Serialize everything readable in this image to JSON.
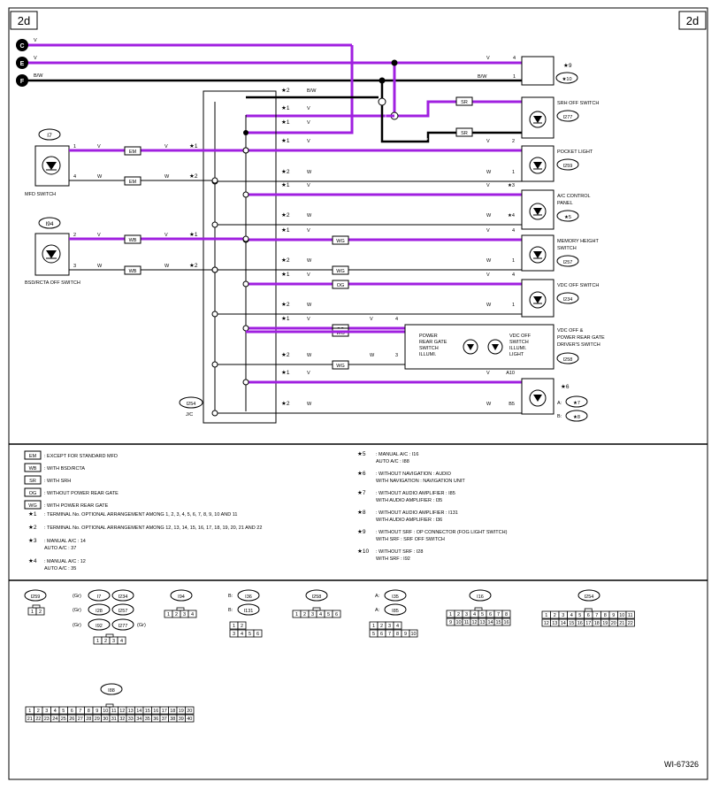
{
  "page_tag": "2d",
  "figure_id": "WI-67326",
  "bus": [
    {
      "id": "C",
      "color": "V"
    },
    {
      "id": "E",
      "color": "V"
    },
    {
      "id": "F",
      "color": "B/W"
    }
  ],
  "conn_i9": {
    "w1": "V",
    "p1": "4",
    "w2": "B/W",
    "p2": "1",
    "tag1": "★9",
    "tag2": "★10"
  },
  "codes": {
    "sr": "SR",
    "em": "EM",
    "wb": "WB",
    "og": "OG",
    "wg": "WG"
  },
  "jc": {
    "id": "I254",
    "label": "J/C"
  },
  "left": [
    {
      "id": "I7",
      "name": "MFD SWITCH",
      "pins": [
        {
          "pin": "1",
          "color": "V",
          "code": "EM",
          "color2": "V",
          "star": "★1"
        },
        {
          "pin": "4",
          "color": "W",
          "code": "EM",
          "color2": "W",
          "star": "★2"
        }
      ]
    },
    {
      "id": "I94",
      "name": "BSD/RCTA OFF SWITCH",
      "pins": [
        {
          "pin": "2",
          "color": "V",
          "code": "WB",
          "color2": "V",
          "star": "★1"
        },
        {
          "pin": "3",
          "color": "W",
          "code": "WB",
          "color2": "W",
          "star": "★2"
        }
      ]
    }
  ],
  "rows": [
    {
      "star": "★2",
      "color": "B/W",
      "right_color": "V",
      "pin": "4"
    },
    {
      "star": "★1",
      "color": "V",
      "right_color": "B/W",
      "pin": "1"
    },
    {
      "star": "★1",
      "color": "V",
      "right_color": "",
      "pin": ""
    },
    {
      "star": "★1",
      "color": "V",
      "right_color": "V",
      "pin": "2"
    },
    {
      "star": "★2",
      "color": "W",
      "right_color": "W",
      "pin": "1"
    },
    {
      "star": "★1",
      "color": "V",
      "right_color": "V",
      "pin": "★3"
    },
    {
      "star": "★2",
      "color": "W",
      "right_color": "W",
      "pin": "★4"
    },
    {
      "star": "★1",
      "color": "V",
      "code": "WG",
      "right_color": "V",
      "pin": "4"
    },
    {
      "star": "★2",
      "color": "W",
      "code": "WG",
      "right_color": "W",
      "pin": "1"
    },
    {
      "star": "★1",
      "color": "V",
      "code": "OG",
      "right_color": "V",
      "pin": "4"
    },
    {
      "star": "★2",
      "color": "W",
      "right_color": "W",
      "pin": "1"
    },
    {
      "star": "★1",
      "color": "V",
      "code": "OG",
      "right_color": "V",
      "pin": "4"
    },
    {
      "star": "★1",
      "color": "V",
      "code": "WG",
      "right_color": "V",
      "pin": "4"
    },
    {
      "star": "★2",
      "color": "W",
      "code": "WG",
      "right_color": "W",
      "pin": "3"
    },
    {
      "star": "★1",
      "color": "V",
      "right_color": "V",
      "pin": "A10"
    },
    {
      "star": "★2",
      "color": "W",
      "right_color": "W",
      "pin": "B5"
    }
  ],
  "components": [
    {
      "name": "SRH OFF SWITCH",
      "id": "I277"
    },
    {
      "name": "POCKET LIGHT",
      "id": "I259"
    },
    {
      "name": "A/C CONTROL PANEL",
      "id": "★5"
    },
    {
      "name": "MEMORY HEIGHT SWITCH",
      "id": "I257"
    },
    {
      "name": "VDC OFF SWITCH",
      "id": "I234"
    },
    {
      "name": "VDC OFF & POWER REAR GATE DRIVER'S SWITCH",
      "id": "I258"
    },
    {
      "name": "★6",
      "id": ""
    }
  ],
  "inner_switch": {
    "a": "POWER REAR GATE SWITCH ILLUMI.",
    "b": "VDC OFF SWITCH ILLUMI. LIGHT"
  },
  "star6": {
    "a": "A:",
    "a_id": "★7",
    "b": "B:",
    "b_id": "★8"
  },
  "legend": {
    "codes": [
      {
        "code": "EM",
        "text": ": EXCEPT FOR STANDARD MFD"
      },
      {
        "code": "WB",
        "text": ": WITH BSD/RCTA"
      },
      {
        "code": "SR",
        "text": ": WITH SRH"
      },
      {
        "code": "OG",
        "text": ": WITHOUT POWER REAR GATE"
      },
      {
        "code": "WG",
        "text": ": WITH POWER REAR GATE"
      }
    ],
    "stars_left": [
      {
        "star": "★1",
        "lines": [
          ": TERMINAL No. OPTIONAL ARRANGEMENT AMONG 1, 2, 3, 4, 5, 6, 7, 8, 9, 10 AND 11"
        ]
      },
      {
        "star": "★2",
        "lines": [
          ": TERMINAL No. OPTIONAL ARRANGEMENT AMONG 12, 13, 14, 15, 16, 17, 18, 19, 20, 21 AND 22"
        ]
      },
      {
        "star": "★3",
        "lines": [
          ": MANUAL A/C  : 14",
          "  AUTO A/C  : 37"
        ]
      },
      {
        "star": "★4",
        "lines": [
          ": MANUAL A/C  : 12",
          "  AUTO A/C  : 35"
        ]
      }
    ],
    "stars_right": [
      {
        "star": "★5",
        "lines": [
          ": MANUAL A/C  : I16",
          "  AUTO A/C  : I88"
        ]
      },
      {
        "star": "★6",
        "lines": [
          ": WITHOUT NAVIGATION  : AUDIO",
          "  WITH NAVIGATION  : NAVIGATION UNIT"
        ]
      },
      {
        "star": "★7",
        "lines": [
          ": WITHOUT AUDIO AMPLIFIER  : I85",
          "  WITH AUDIO AMPLIFIER  : I35"
        ]
      },
      {
        "star": "★8",
        "lines": [
          ": WITHOUT AUDIO AMPLIFIER  : I131",
          "  WITH AUDIO AMPLIFIER  : I36"
        ]
      },
      {
        "star": "★9",
        "lines": [
          ": WITHOUT SRF  : OP CONNECTOR (FOG LIGHT SWITCH)",
          "  WITH SRF  : SRF OFF SWITCH"
        ]
      },
      {
        "star": "★10",
        "lines": [
          ": WITHOUT SRF  : I28",
          "  WITH SRF  : I92"
        ]
      }
    ]
  },
  "connectors": {
    "i259": {
      "id": "I259",
      "pins": [
        "1",
        "2"
      ]
    },
    "group1": {
      "ids": [
        "I7",
        "I28",
        "I92"
      ],
      "ids2": [
        "I234",
        "I257",
        "I277"
      ],
      "prefix": [
        "(Gr)",
        "(Gr)",
        "(Gr)"
      ],
      "suffix": "(Gr)",
      "pins": [
        "1",
        "2",
        "3",
        "4"
      ]
    },
    "i94": {
      "id": "I94",
      "pins": [
        "1",
        "2",
        "3",
        "4"
      ]
    },
    "b36": {
      "ids": [
        "I36",
        "I131"
      ],
      "prefix": "B:",
      "pins": [
        "1",
        "2",
        "3",
        "4",
        "5",
        "6"
      ]
    },
    "i258": {
      "id": "I258",
      "pins": [
        "1",
        "2",
        "3",
        "4",
        "5",
        "6"
      ]
    },
    "a35": {
      "ids": [
        "I35",
        "I85"
      ],
      "prefix": "A:",
      "pins": [
        "1",
        "2",
        "3",
        "4",
        "5",
        "6",
        "7",
        "8",
        "9",
        "10"
      ]
    },
    "i16": {
      "id": "I16",
      "pins": [
        "1",
        "2",
        "3",
        "4",
        "5",
        "6",
        "7",
        "8",
        "9",
        "10",
        "11",
        "12",
        "13",
        "14",
        "15",
        "16"
      ]
    },
    "i254": {
      "id": "I254",
      "pins": [
        "1",
        "2",
        "3",
        "4",
        "5",
        "6",
        "7",
        "8",
        "9",
        "10",
        "11",
        "12",
        "13",
        "14",
        "15",
        "16",
        "17",
        "18",
        "19",
        "20",
        "21",
        "22"
      ]
    },
    "i88": {
      "id": "I88",
      "pins": [
        "1",
        "2",
        "3",
        "4",
        "5",
        "6",
        "7",
        "8",
        "9",
        "10",
        "11",
        "12",
        "13",
        "14",
        "15",
        "16",
        "17",
        "18",
        "19",
        "20",
        "21",
        "22",
        "23",
        "24",
        "25",
        "26",
        "27",
        "28",
        "29",
        "30",
        "31",
        "32",
        "33",
        "34",
        "35",
        "36",
        "37",
        "38",
        "39",
        "40"
      ]
    }
  }
}
